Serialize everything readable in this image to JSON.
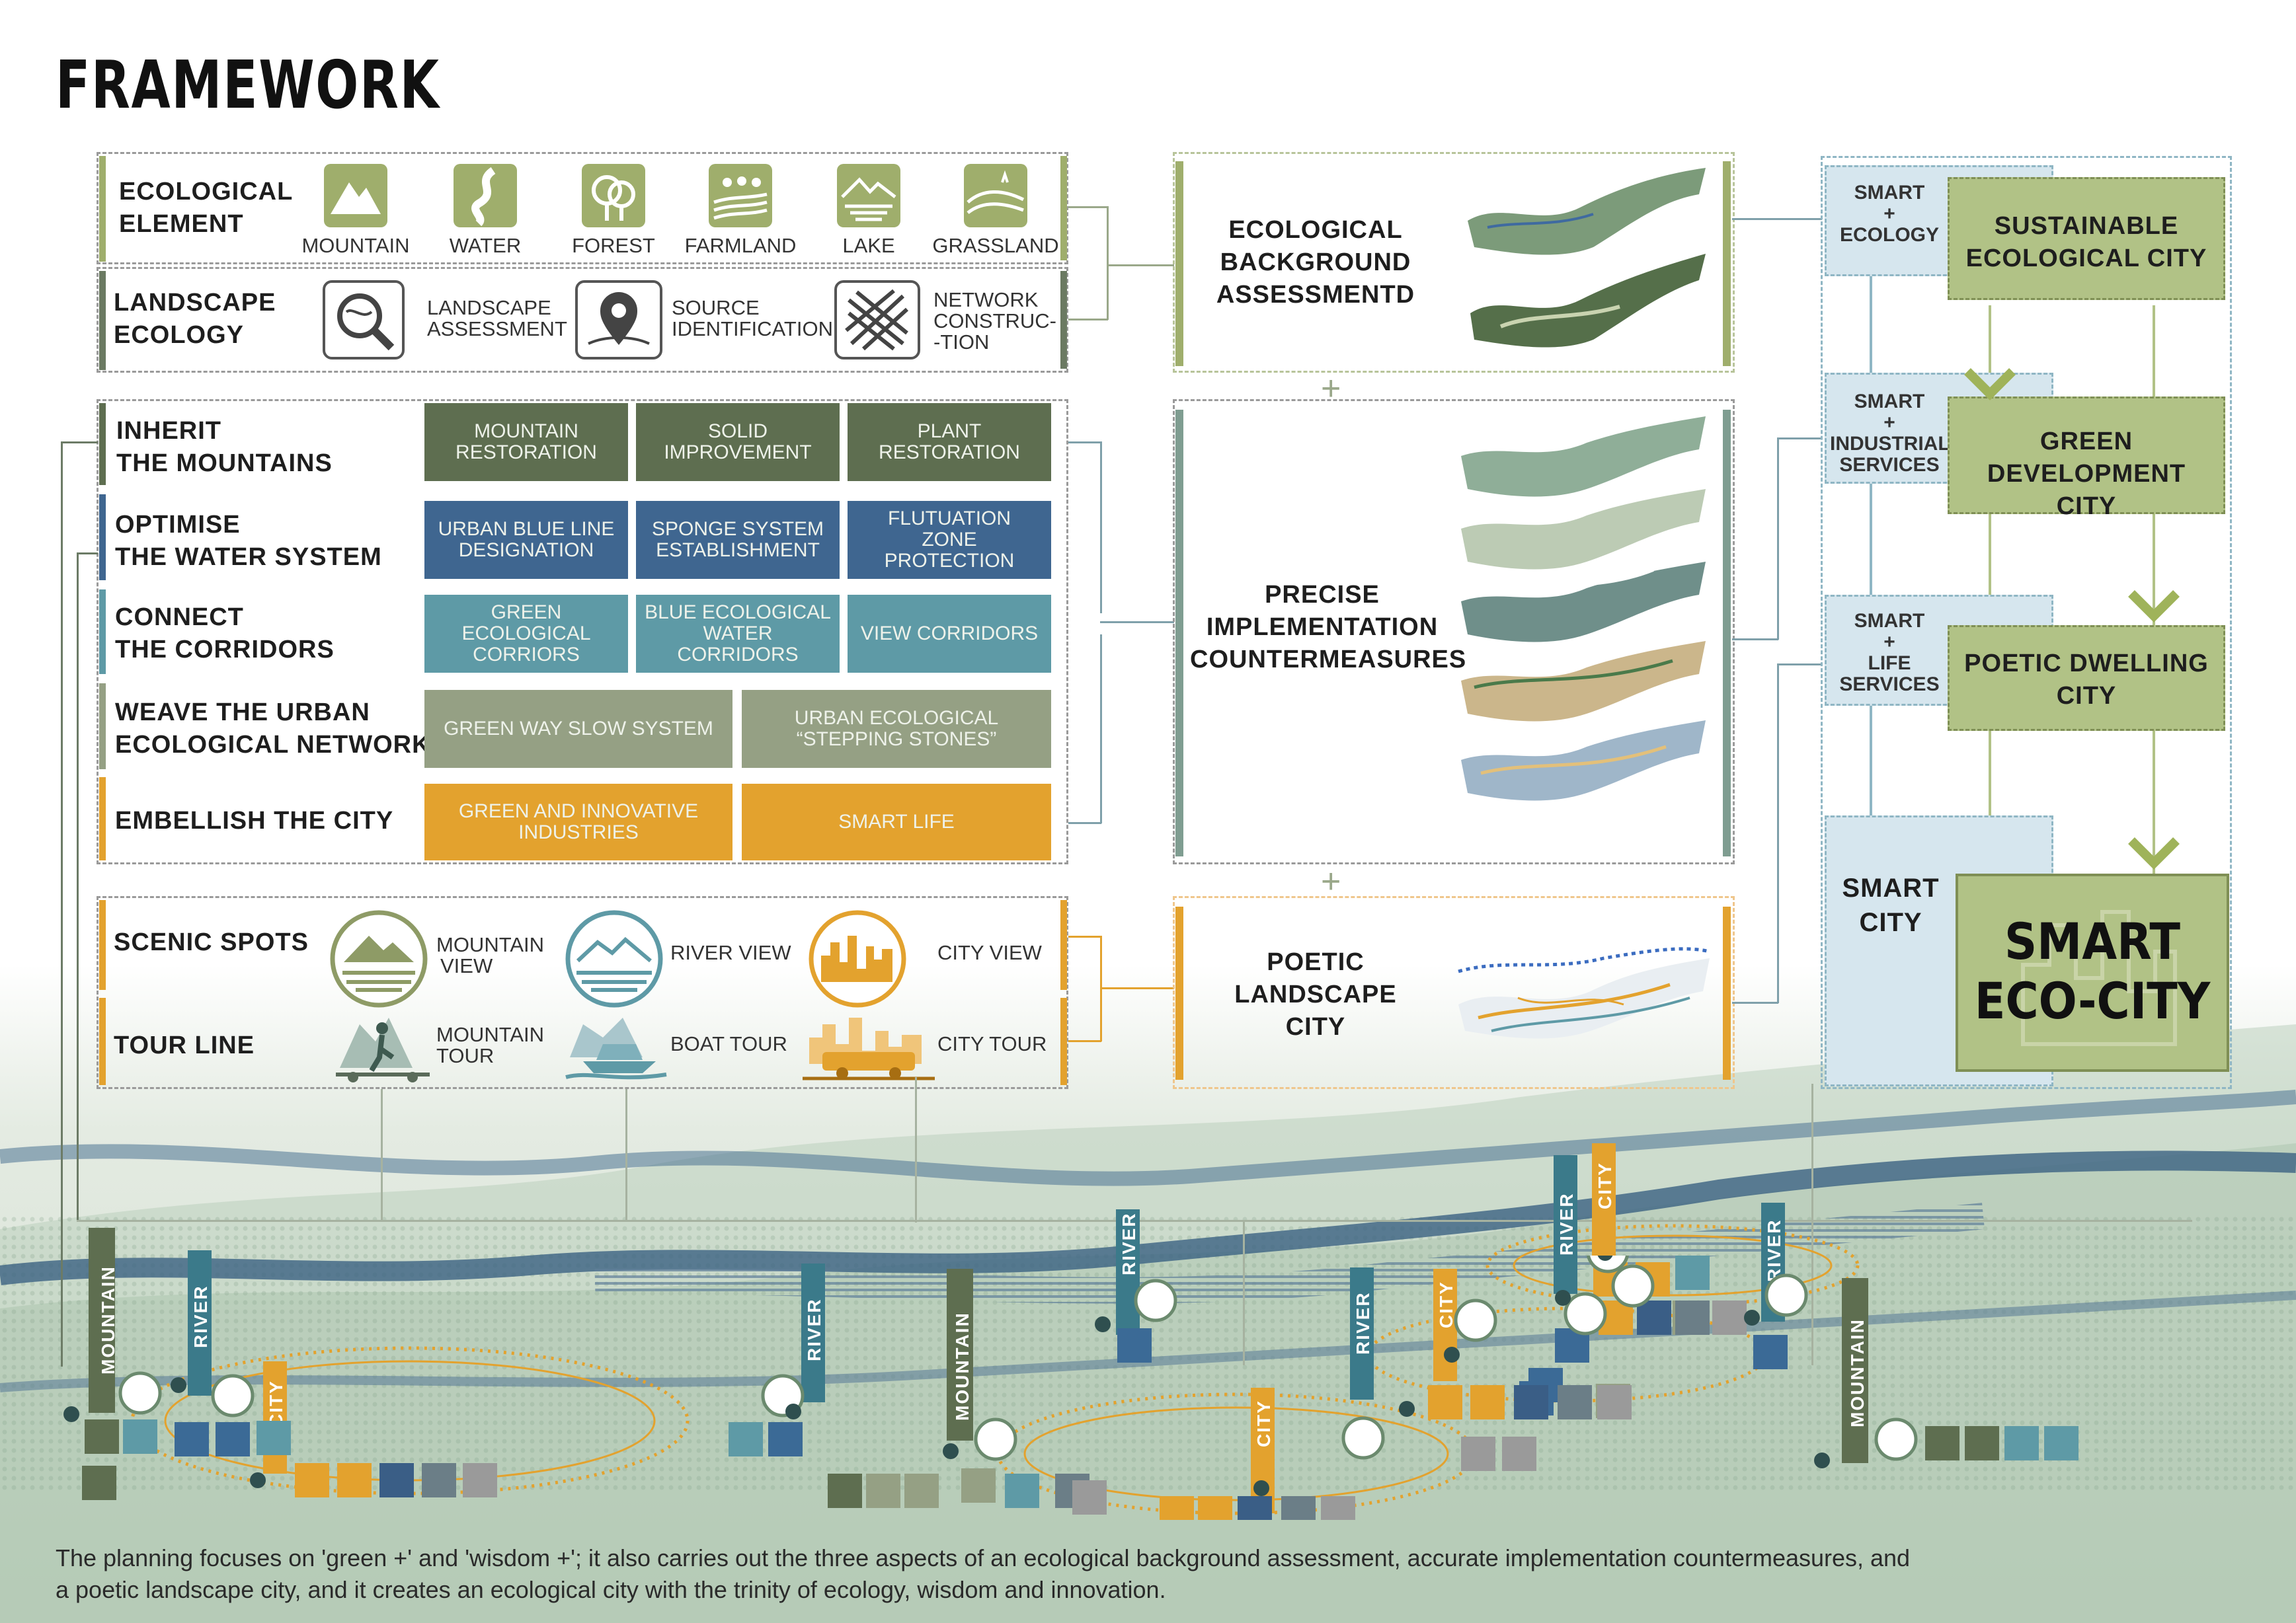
{
  "title": "FRAMEWORK",
  "colors": {
    "olive": "#9fae6c",
    "dark_green": "#5e6e50",
    "blue": "#3f6690",
    "teal": "#5e9aa6",
    "sage": "#95a084",
    "orange": "#e3a22e"
  },
  "ecological": {
    "label_1": "ECOLOGICAL",
    "label_2": "ELEMENT",
    "items": [
      "MOUNTAIN",
      "WATER",
      "FOREST",
      "FARMLAND",
      "LAKE",
      "GRASSLAND"
    ],
    "icons": [
      "mountain-icon",
      "river-icon",
      "tree-icon",
      "farmland-icon",
      "lake-icon",
      "grassland-icon"
    ]
  },
  "landscape": {
    "label_1": "LANDSCAPE",
    "label_2": "ECOLOGY",
    "items": [
      {
        "l1": "LANDSCAPE",
        "l2": "ASSESSMENT",
        "l3": "",
        "icon": "magnifier-icon"
      },
      {
        "l1": "SOURCE",
        "l2": "IDENTIFICATION",
        "l3": "",
        "icon": "location-pin-icon"
      },
      {
        "l1": "NETWORK",
        "l2": "CONSTRUC-",
        "l3": "-TION",
        "icon": "network-icon"
      }
    ]
  },
  "strategies": [
    {
      "l1": "INHERIT",
      "l2": "THE MOUNTAINS",
      "cells": [
        [
          "MOUNTAIN",
          "RESTORATION",
          ""
        ],
        [
          "SOLID",
          "IMPROVEMENT",
          ""
        ],
        [
          "PLANT",
          "RESTORATION",
          ""
        ]
      ]
    },
    {
      "l1": "OPTIMISE",
      "l2": "THE WATER SYSTEM",
      "cells": [
        [
          "URBAN BLUE LINE",
          "DESIGNATION",
          ""
        ],
        [
          "SPONGE SYSTEM",
          "ESTABLISHMENT",
          ""
        ],
        [
          "FLUTUATION",
          "ZONE",
          "PROTECTION"
        ]
      ]
    },
    {
      "l1": "CONNECT",
      "l2": "THE CORRIDORS",
      "cells": [
        [
          "GREEN ECOLOGICAL",
          "CORRIORS",
          ""
        ],
        [
          "BLUE  ECOLOGICAL",
          "WATER CORRIDORS",
          ""
        ],
        [
          "VIEW CORRIDORS",
          "",
          ""
        ]
      ]
    },
    {
      "l1": "WEAVE THE URBAN",
      "l2": "ECOLOGICAL NETWORK",
      "cells": [
        [
          "GREEN WAY SLOW SYSTEM",
          "",
          ""
        ],
        [
          "URBAN ECOLOGICAL",
          "“STEPPING STONES”",
          ""
        ]
      ]
    },
    {
      "l1": "EMBELLISH THE CITY",
      "l2": "",
      "cells": [
        [
          "GREEN AND INNOVATIVE",
          "INDUSTRIES",
          ""
        ],
        [
          "SMART LIFE",
          "",
          ""
        ]
      ]
    }
  ],
  "scenic": {
    "label_1": "SCENIC SPOTS",
    "label_2": "TOUR LINE",
    "views": [
      {
        "l1": "MOUNTAIN",
        "l2": "VIEW"
      },
      {
        "l1": "RIVER VIEW",
        "l2": ""
      },
      {
        "l1": "CITY VIEW",
        "l2": ""
      }
    ],
    "tours": [
      {
        "l1": "MOUNTAIN",
        "l2": "TOUR"
      },
      {
        "l1": "BOAT TOUR",
        "l2": ""
      },
      {
        "l1": "CITY TOUR",
        "l2": ""
      }
    ]
  },
  "middle": [
    {
      "l1": "ECOLOGICAL",
      "l2": "BACKGROUND",
      "l3": "ASSESSMENTD"
    },
    {
      "l1": "PRECISE",
      "l2": "IMPLEMENTATION",
      "l3": "COUNTERMEASURES"
    },
    {
      "l1": "POETIC",
      "l2": "LANDSCAPE",
      "l3": "CITY"
    }
  ],
  "plus": "+",
  "smart": [
    {
      "s1": "SMART",
      "s2": "+",
      "s3": "ECOLOGY",
      "s4": "",
      "g1": "SUSTAINABLE",
      "g2": "ECOLOGICAL  CITY"
    },
    {
      "s1": "SMART",
      "s2": "+",
      "s3": "INDUSTRIAL",
      "s4": "SERVICES",
      "g1": "GREEN",
      "g2": "DEVELOPMENT CITY"
    },
    {
      "s1": "SMART",
      "s2": "+",
      "s3": "LIFE",
      "s4": "SERVICES",
      "g1": "POETIC DWELLING",
      "g2": "CITY"
    }
  ],
  "smart_city": {
    "l1": "SMART",
    "l2": "CITY",
    "big1": "SMART",
    "big2": "ECO-CITY"
  },
  "map_labels": {
    "mountain": "MOUNTAIN",
    "river": "RIVER",
    "city": "CITY"
  },
  "footer": {
    "line1": "The planning focuses on 'green +' and 'wisdom +'; it also carries out the three aspects of an ecological background assessment, accurate implementation countermeasures, and",
    "line2": "a poetic landscape city, and it creates an ecological city with the trinity of ecology, wisdom and innovation."
  }
}
